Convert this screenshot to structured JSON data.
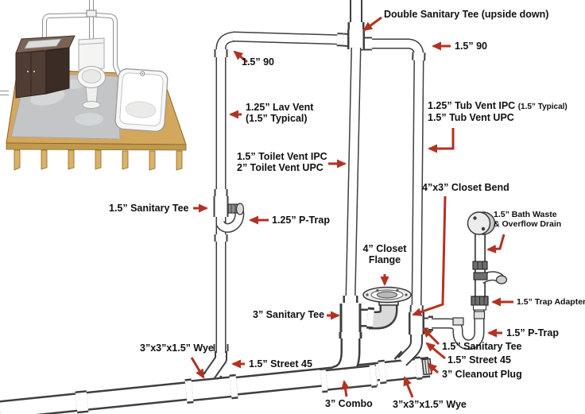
{
  "labels": {
    "double_sanitary_tee": "Double Sanitary Tee (upside down)",
    "elbow_90_right": "1.5” 90",
    "elbow_90_left": "1.5” 90",
    "lav_vent": {
      "line1": "1.25” Lav Vent",
      "line2": "(1.5” Typical)"
    },
    "tub_vent": {
      "line1": "1.25” Tub Vent IPC",
      "note": "(1.5” Typical)",
      "line2": "1.5” Tub Vent UPC"
    },
    "toilet_vent": {
      "line1": "1.5” Toilet Vent IPC",
      "line2": "2” Toilet Vent UPC"
    },
    "lav_sanitary_tee": "1.5” Sanitary Tee",
    "lav_p_trap": "1.25” P-Trap",
    "closet_bend": "4”x3” Closet Bend",
    "closet_flange": {
      "line1": "4” Closet",
      "line2": "Flange"
    },
    "bath_waste": {
      "line1": "1.5” Bath Waste",
      "line2": "& Overflow Drain"
    },
    "trap_adapter": "1.5” Trap Adapter",
    "tub_p_trap": "1.5” P-Trap",
    "tub_sanitary_tee": "1.5” Sanitary Tee",
    "street_45_right": "1.5” Street 45",
    "cleanout_plug": "3” Cleanout Plug",
    "wye_right": "3”x3”x1.5” Wye",
    "combo": "3” Combo",
    "wye_left": "3”x3”x1.5” Wye",
    "street_45_left": "1.5” Street 45",
    "toilet_sanitary_tee": "3” Sanitary Tee"
  },
  "colors": {
    "arrow": "#b23222",
    "pipe_outline": "#3f3f3f",
    "label_text": "#101010"
  }
}
